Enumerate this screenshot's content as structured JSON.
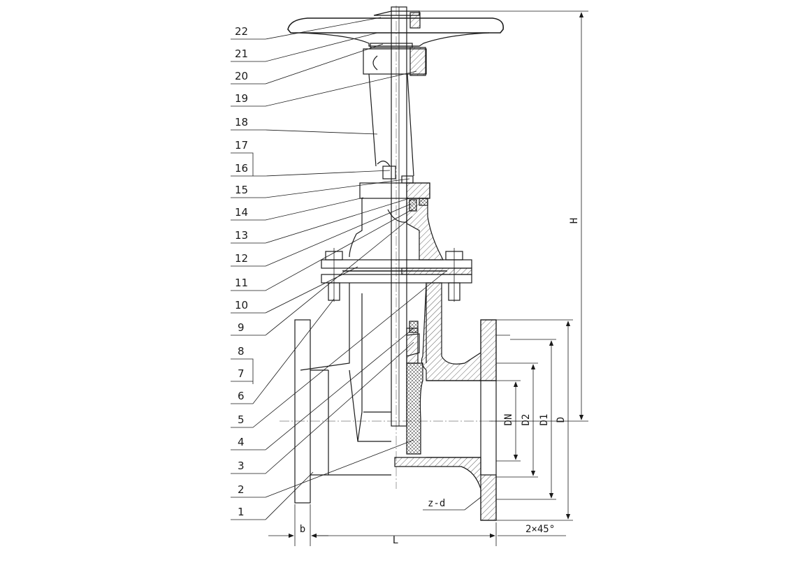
{
  "callouts": [
    "22",
    "21",
    "20",
    "19",
    "18",
    "17",
    "16",
    "15",
    "14",
    "13",
    "12",
    "11",
    "10",
    "9",
    "8",
    "7",
    "6",
    "5",
    "4",
    "3",
    "2",
    "1"
  ],
  "dimensions": {
    "height": "H",
    "length": "L",
    "flange_thickness": "b",
    "nominal_diameter": "DN",
    "raised_face_diameter": "D2",
    "bolt_circle_diameter": "D1",
    "flange_outer_diameter": "D",
    "bolt_holes": "z-d",
    "chamfer": "2×45°"
  }
}
